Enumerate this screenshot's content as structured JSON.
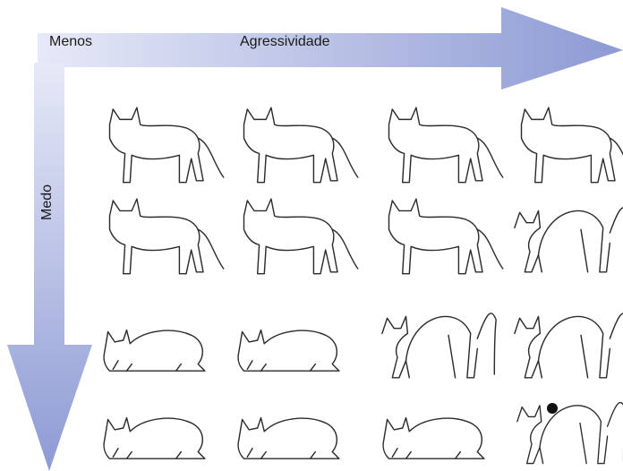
{
  "diagram": {
    "corner_label": "Menos",
    "horizontal_axis_label": "Agressividade",
    "vertical_axis_label": "Medo",
    "arrow_color": "#8d9ad4",
    "arrow_light_color": "#e6e9f7",
    "line_color": "#2b2b2b",
    "grid": {
      "rows": 4,
      "columns": 4
    },
    "cat_icons": [
      [
        "cat-standing-relaxed-icon",
        "cat-standing-alert-icon",
        "cat-standing-stiff-icon",
        "cat-standing-tense-icon"
      ],
      [
        "cat-head-lowered-icon",
        "cat-crouched-walking-icon",
        "cat-head-down-tense-icon",
        "cat-defensive-stance-icon"
      ],
      [
        "cat-crouched-icon",
        "cat-crouched-flattened-icon",
        "cat-arched-back-icon",
        "cat-arched-back-hissing-icon"
      ],
      [
        "cat-crouched-ears-back-icon",
        "cat-crouched-fearful-icon",
        "cat-crouched-hissing-icon",
        "cat-arched-back-facing-icon"
      ]
    ]
  }
}
